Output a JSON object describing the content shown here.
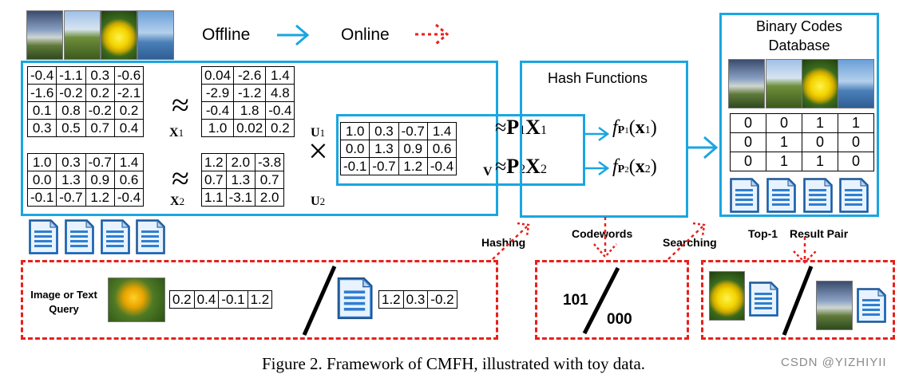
{
  "legend": {
    "offline": "Offline",
    "online": "Online"
  },
  "hash_functions_title": "Hash Functions",
  "database_title_line1": "Binary Codes",
  "database_title_line2": "Database",
  "matrix_x1": [
    [
      "-0.4",
      "-1.1",
      "0.3",
      "-0.6"
    ],
    [
      "-1.6",
      "-0.2",
      "0.2",
      "-2.1"
    ],
    [
      "0.1",
      "0.8",
      "-0.2",
      "0.2"
    ],
    [
      "0.3",
      "0.5",
      "0.7",
      "0.4"
    ]
  ],
  "matrix_u1": [
    [
      "0.04",
      "-2.6",
      "1.4"
    ],
    [
      "-2.9",
      "-1.2",
      "4.8"
    ],
    [
      "-0.4",
      "1.8",
      "-0.4"
    ],
    [
      "1.0",
      "0.02",
      "0.2"
    ]
  ],
  "matrix_x2": [
    [
      "1.0",
      "0.3",
      "-0.7",
      "1.4"
    ],
    [
      "0.0",
      "1.3",
      "0.9",
      "0.6"
    ],
    [
      "-0.1",
      "-0.7",
      "1.2",
      "-0.4"
    ]
  ],
  "matrix_u2": [
    [
      "1.2",
      "2.0",
      "-3.8"
    ],
    [
      "0.7",
      "1.3",
      "0.7"
    ],
    [
      "1.1",
      "-3.1",
      "2.0"
    ]
  ],
  "matrix_v": [
    [
      "1.0",
      "0.3",
      "-0.7",
      "1.4"
    ],
    [
      "0.0",
      "1.3",
      "0.9",
      "0.6"
    ],
    [
      "-0.1",
      "-0.7",
      "1.2",
      "-0.4"
    ]
  ],
  "binary_codes": [
    [
      "0",
      "0",
      "1",
      "1"
    ],
    [
      "0",
      "1",
      "0",
      "0"
    ],
    [
      "0",
      "1",
      "1",
      "0"
    ]
  ],
  "symbols": {
    "approx": "≈",
    "times": "×",
    "X": "X",
    "U": "U",
    "V": "V",
    "P": "P",
    "x": "x",
    "f": "f",
    "sub1": "1",
    "sub2": "2",
    "lparen": "(",
    "rparen": ")"
  },
  "labels": {
    "hashing": "Hashing",
    "codewords": "Codewords",
    "searching": "Searching",
    "top1": "Top-1",
    "result_pair": "Result Pair",
    "query_line1": "Image or Text",
    "query_line2": "Query"
  },
  "query_image_vector": [
    "0.2",
    "0.4",
    "-0.1",
    "1.2"
  ],
  "query_text_vector": [
    "1.2",
    "0.3",
    "-0.2"
  ],
  "codewords": {
    "top": "101",
    "bottom": "000"
  },
  "caption": "Figure 2. Framework of CMFH, illustrated with toy data.",
  "watermark": "CSDN @YIZHIYII",
  "colors": {
    "blue": "#1aa6e0",
    "red": "#e8201c"
  }
}
